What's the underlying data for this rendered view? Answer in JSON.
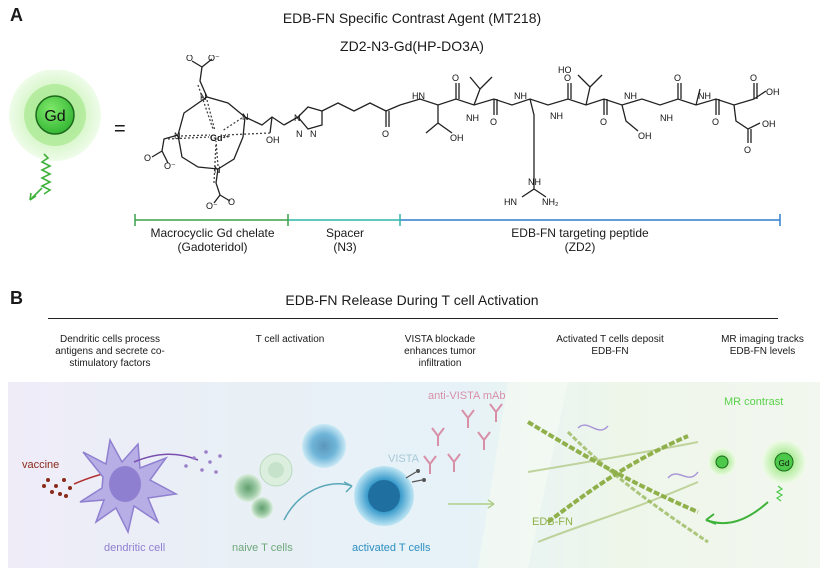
{
  "panelA": {
    "letter": "A",
    "title": "EDB-FN Specific Contrast Agent (MT218)",
    "subtitle": "ZD2-N3-Gd(HP-DO3A)",
    "gd_label": "Gd",
    "equals": "=",
    "segments": [
      {
        "line1": "Macrocyclic Gd chelate",
        "line2": "(Gadoteridol)",
        "color": "#3aa04a"
      },
      {
        "line1": "Spacer",
        "line2": "(N3)",
        "color": "#2fb5a8"
      },
      {
        "line1": "EDB-FN targeting peptide",
        "line2": "(ZD2)",
        "color": "#2f7fd0"
      }
    ]
  },
  "panelB": {
    "letter": "B",
    "title": "EDB-FN Release During T cell Activation",
    "steps": [
      {
        "lines": [
          "Dendritic cells process",
          "antigens and secrete co-",
          "stimulatory factors"
        ]
      },
      {
        "lines": [
          "T cell activation"
        ]
      },
      {
        "lines": [
          "VISTA blockade",
          "enhances tumor",
          "infiltration"
        ]
      },
      {
        "lines": [
          "Activated T cells deposit",
          "EDB-FN"
        ]
      },
      {
        "lines": [
          "MR imaging tracks",
          "EDB-FN levels"
        ]
      }
    ],
    "illustration": {
      "vaccine": "vaccine",
      "dendritic_cell": "dendritic cell",
      "naive_t_cells": "naive T cells",
      "activated_t_cells": "activated T cells",
      "vista": "VISTA",
      "anti_vista": "anti-VISTA mAb",
      "edb_fn": "EDB-FN",
      "mr_contrast": "MR contrast",
      "gd_small": "Gd"
    }
  },
  "chem": {
    "ox": "O",
    "om": "O⁻",
    "n": "N",
    "nh": "NH",
    "hn": "HN",
    "nh2": "NH₂",
    "oh": "OH",
    "ho": "HO",
    "gd3": "Gd³⁺"
  },
  "colors": {
    "gd_green": "#4cc94a",
    "gd_halo": "#c9f2c0",
    "dc_purple": "#8f7fd0",
    "tcell_green": "#6fa77a",
    "tcell_blue": "#2e8fc0",
    "vista_pink": "#d890a8",
    "fiber_green": "#8fb04a",
    "mr_green": "#59d24a",
    "vaccine_red": "#8a2a1a"
  }
}
